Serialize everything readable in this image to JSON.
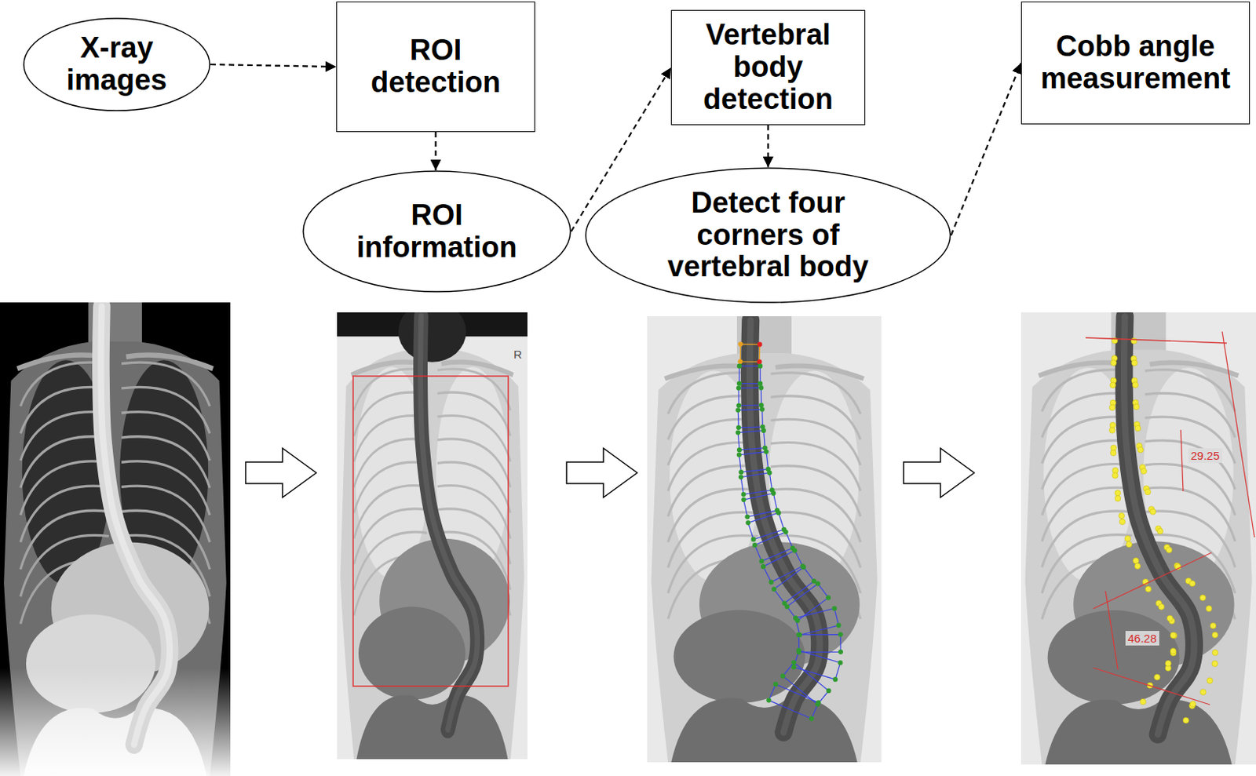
{
  "diagram": {
    "nodes": [
      {
        "text": [
          "X-ray images"
        ]
      },
      {
        "text": [
          "ROI detection"
        ]
      },
      {
        "text": [
          "ROI information"
        ]
      },
      {
        "text": [
          "Vertebral body detection"
        ]
      },
      {
        "text": [
          "Detect four corners of vertebral body"
        ]
      },
      {
        "text": [
          "Cobb angle measurement"
        ]
      }
    ],
    "edges": [
      {
        "from": 0,
        "to": 1,
        "arrow": "to"
      },
      {
        "from": 1,
        "to": 2,
        "arrow": "to"
      },
      {
        "from": 2,
        "to": 3,
        "arrow": "to"
      },
      {
        "from": 3,
        "to": 4,
        "arrow": "to"
      },
      {
        "from": 4,
        "to": 5,
        "arrow": "to"
      }
    ],
    "labels": [
      "R",
      "29.25",
      "46.28"
    ]
  }
}
